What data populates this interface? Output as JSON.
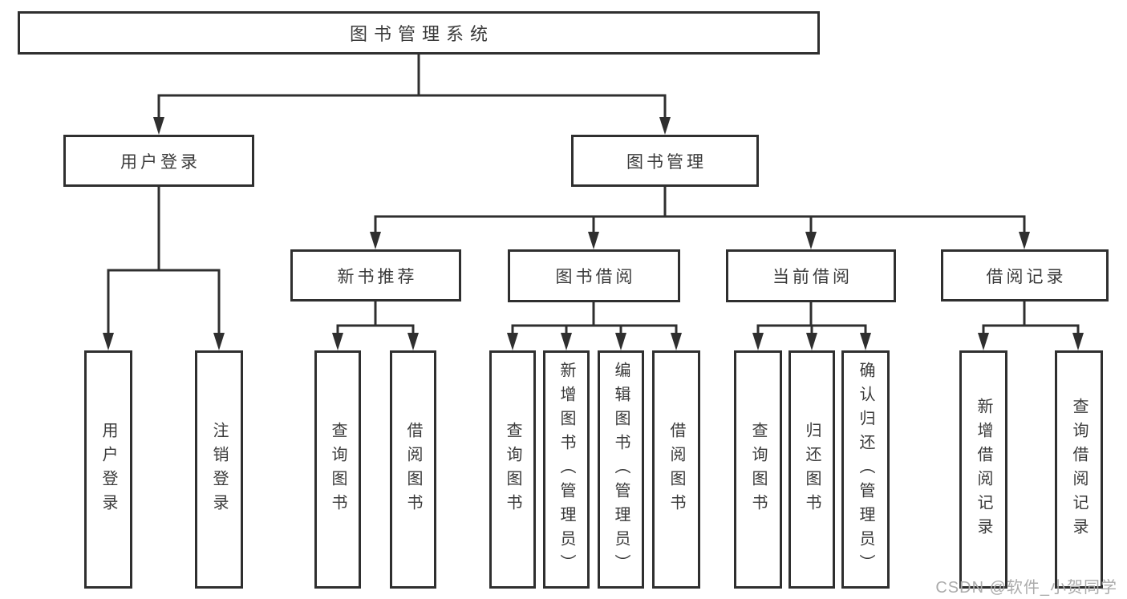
{
  "diagram": {
    "title": "图书管理系统",
    "root": {
      "label": "图书管理系统"
    },
    "level2": [
      {
        "label": "用户登录"
      },
      {
        "label": "图书管理"
      }
    ],
    "level3": [
      {
        "label": "新书推荐"
      },
      {
        "label": "图书借阅"
      },
      {
        "label": "当前借阅"
      },
      {
        "label": "借阅记录"
      }
    ],
    "leaves": {
      "login": [
        "用户登录",
        "注销登录"
      ],
      "recommend": [
        "查询图书",
        "借阅图书"
      ],
      "borrow": [
        "查询图书",
        "新增图书（管理员）",
        "编辑图书（管理员）",
        "借阅图书"
      ],
      "current": [
        "查询图书",
        "归还图书",
        "确认归还（管理员）"
      ],
      "records": [
        "新增借阅记录",
        "查询借阅记录"
      ]
    }
  },
  "watermark": "CSDN @软件_小贺同学",
  "colors": {
    "line": "#2f2f2f",
    "text": "#3a3a3a",
    "watermark": "#ababab",
    "background": "#ffffff"
  }
}
